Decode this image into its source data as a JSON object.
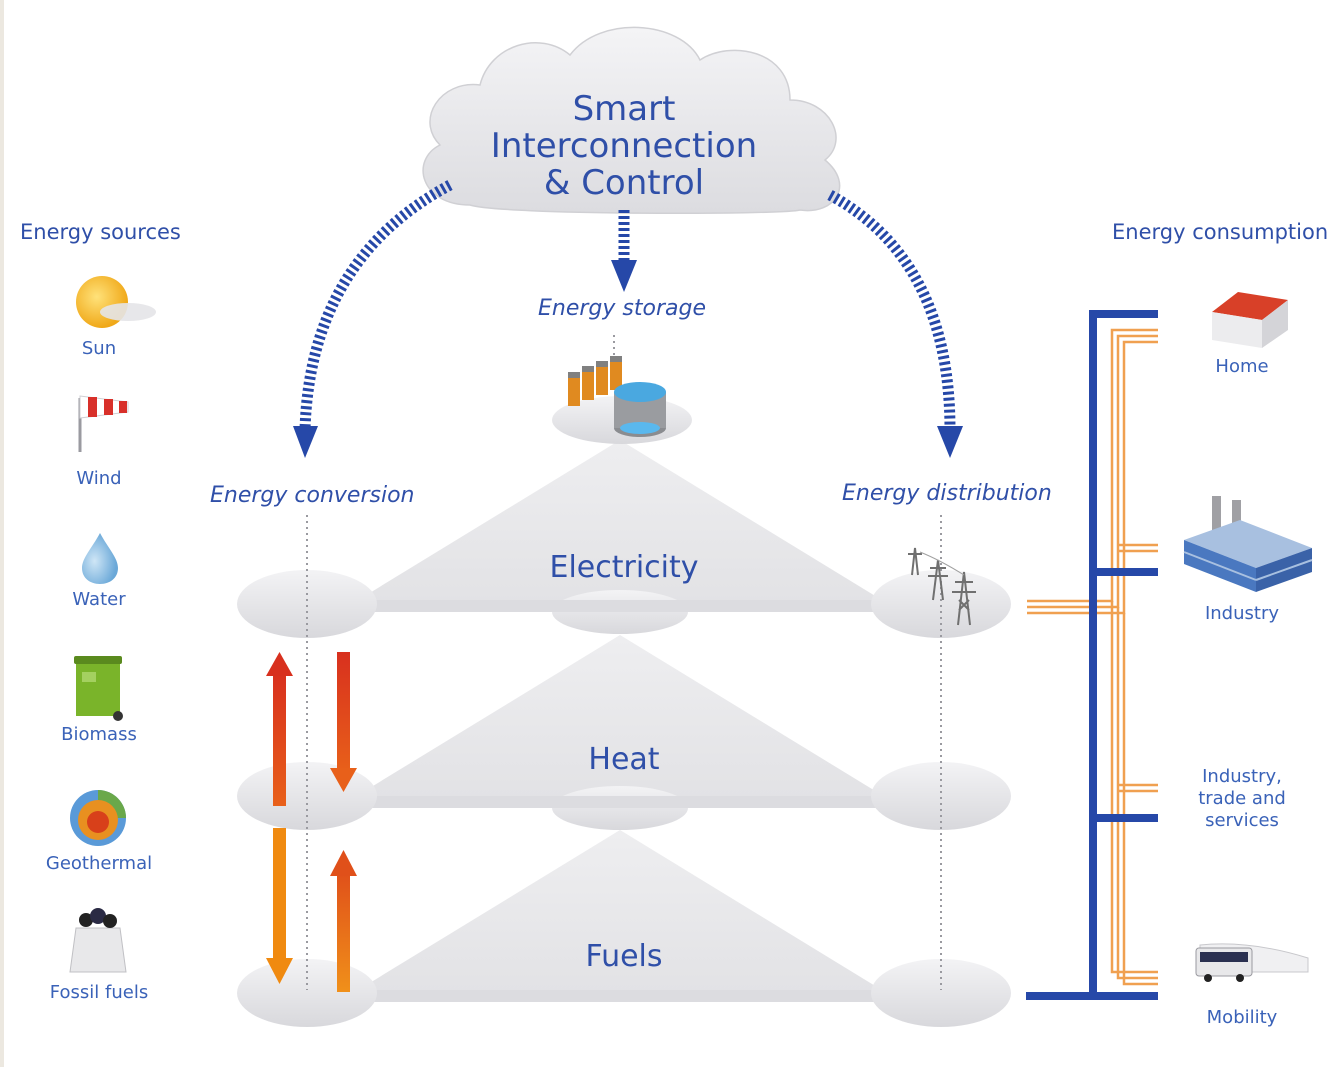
{
  "cloud": {
    "lines": [
      "Smart",
      "Interconnection",
      "& Control"
    ]
  },
  "left_column": {
    "title": "Energy sources",
    "items": [
      {
        "label": "Sun",
        "icon": "sun-icon"
      },
      {
        "label": "Wind",
        "icon": "windsock-icon"
      },
      {
        "label": "Water",
        "icon": "water-drop-icon"
      },
      {
        "label": "Biomass",
        "icon": "biomass-bin-icon"
      },
      {
        "label": "Geothermal",
        "icon": "geothermal-earth-icon"
      },
      {
        "label": "Fossil fuels",
        "icon": "coal-sack-icon"
      }
    ]
  },
  "right_column": {
    "title": "Energy consumption",
    "items": [
      {
        "label": "Home",
        "icon": "house-icon"
      },
      {
        "label": "Industry",
        "icon": "factory-icon"
      },
      {
        "label": "Industry,\ntrade and\nservices",
        "icon": ""
      },
      {
        "label": "Mobility",
        "icon": "train-bus-icon"
      }
    ]
  },
  "stages": {
    "storage": "Energy storage",
    "conversion": "Energy conversion",
    "distribution": "Energy distribution"
  },
  "layers": [
    "Electricity",
    "Heat",
    "Fuels"
  ],
  "colors": {
    "text_blue": "#2f4fa8",
    "line_blue": "#2648a8",
    "line_orange": "#f0a050",
    "arrow_red": "#d63220",
    "arrow_orange": "#f08a10",
    "platform": "#e8e8ea"
  }
}
